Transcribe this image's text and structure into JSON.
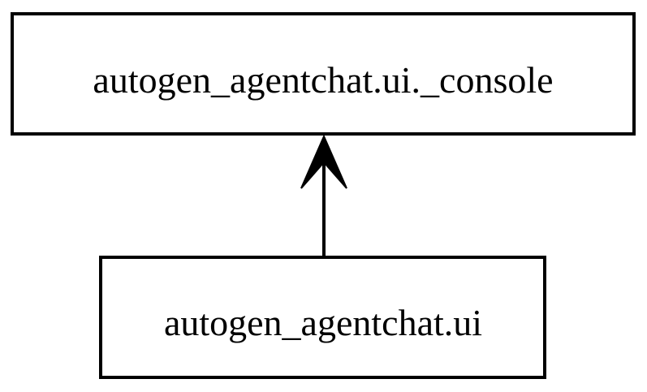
{
  "diagram": {
    "nodes": [
      {
        "id": "console",
        "label": "autogen_agentchat.ui._console"
      },
      {
        "id": "ui",
        "label": "autogen_agentchat.ui"
      }
    ],
    "edges": [
      {
        "from": "ui",
        "to": "console"
      }
    ],
    "colors": {
      "stroke": "#000000",
      "background": "#ffffff"
    }
  }
}
